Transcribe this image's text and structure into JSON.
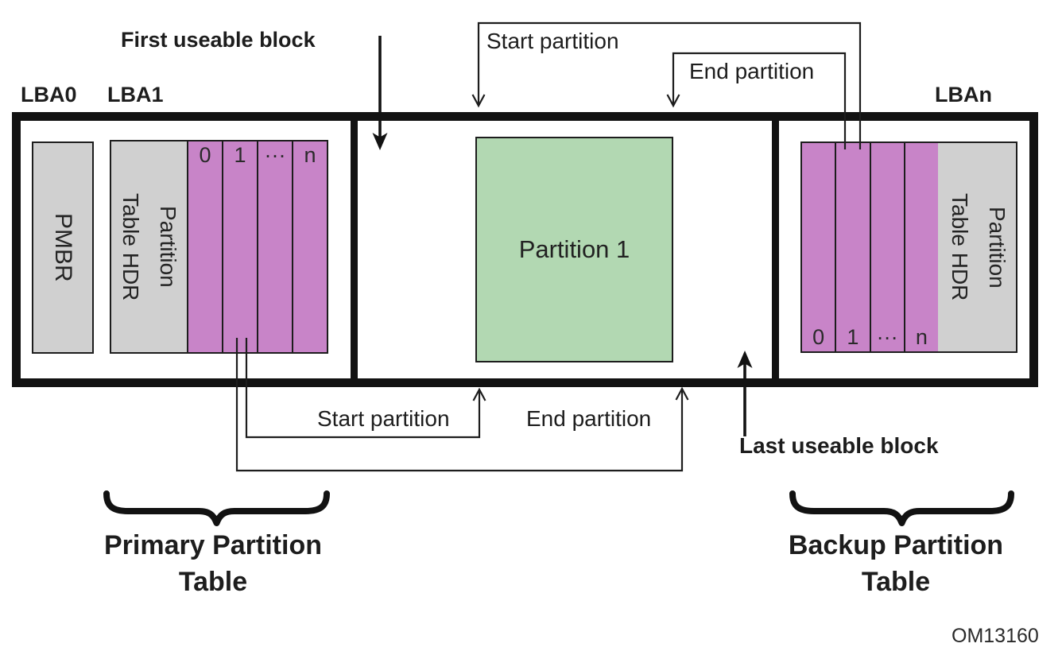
{
  "diagram": {
    "title_hint": "GPT disk layout",
    "top_labels": {
      "first_useable_block": "First useable block",
      "start_partition": "Start partition",
      "end_partition": "End partition"
    },
    "lba_labels": {
      "lba0": "LBA0",
      "lba1": "LBA1",
      "lban": "LBAn"
    },
    "disk": {
      "pmbr": "PMBR",
      "partition_table_hdr_line1": "Partition",
      "partition_table_hdr_line2": "Table HDR",
      "primary_entries": [
        "0",
        "1",
        "···",
        "n"
      ],
      "partition1": "Partition 1",
      "backup_entries": [
        "0",
        "1",
        "···",
        "n"
      ]
    },
    "bottom_labels": {
      "start_partition": "Start partition",
      "end_partition": "End partition",
      "last_useable_block": "Last useable block"
    },
    "captions": {
      "primary_line1": "Primary Partition",
      "primary_line2": "Table",
      "backup_line1": "Backup Partition",
      "backup_line2": "Table",
      "figure_id": "OM13160"
    },
    "colors": {
      "entry_purple": "#c884c8",
      "hdr_gray": "#d0d0d0",
      "partition_green": "#b2d8b2",
      "line_black": "#121212"
    }
  }
}
